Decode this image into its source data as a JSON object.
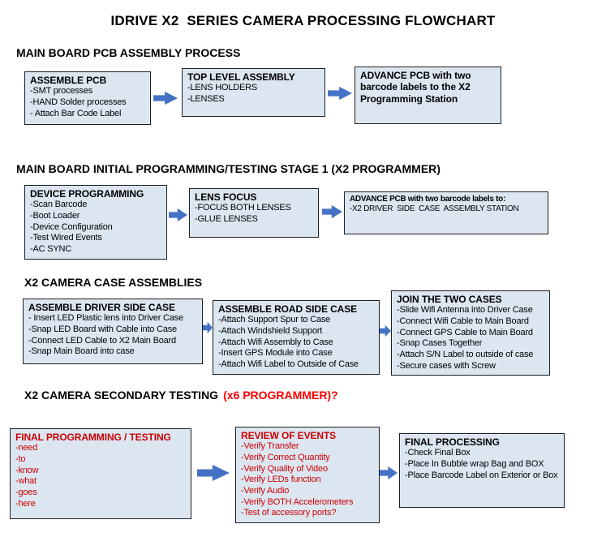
{
  "title": "IDRIVE X2  SERIES CAMERA PROCESSING FLOWCHART",
  "colors": {
    "box-bg": "#dce6f1",
    "box-border": "#1f1f1f",
    "arrow": "#4472c4",
    "red": "#cc0000",
    "red-bright": "#ff0000",
    "text": "#000000"
  },
  "sections": [
    {
      "heading": "MAIN BOARD PCB ASSEMBLY PROCESS",
      "boxes": [
        {
          "title": "ASSEMBLE PCB",
          "items": [
            "-SMT processes",
            "-HAND Solder processes",
            "- Attach Bar Code Label"
          ]
        },
        {
          "title": "TOP LEVEL ASSEMBLY",
          "items": [
            "-LENS HOLDERS",
            "-LENSES"
          ]
        },
        {
          "title": "ADVANCE PCB with two barcode labels to the X2 Programming Station",
          "items": []
        }
      ]
    },
    {
      "heading": "MAIN BOARD INITIAL PROGRAMMING/TESTING STAGE 1 (X2 PROGRAMMER)",
      "boxes": [
        {
          "title": "DEVICE PROGRAMMING",
          "items": [
            "-Scan Barcode",
            "-Boot Loader",
            "-Device Configuration",
            "-Test Wired Events",
            "-AC SYNC"
          ]
        },
        {
          "title": "LENS FOCUS",
          "items": [
            "-FOCUS BOTH LENSES",
            "-GLUE LENSES"
          ]
        },
        {
          "title": "ADVANCE PCB with two barcode labels to:",
          "items": [
            "-X2 DRIVER  SIDE  CASE  ASSEMBLY STATION"
          ]
        }
      ]
    },
    {
      "heading": "X2 CAMERA CASE ASSEMBLIES",
      "boxes": [
        {
          "title": "ASSEMBLE DRIVER SIDE CASE",
          "items": [
            "- Insert LED Plastic lens into Driver Case",
            "-Snap LED Board with Cable into Case",
            "-Connect LED Cable to X2 Main Board",
            "-Snap Main Board into case"
          ]
        },
        {
          "title": "ASSEMBLE ROAD SIDE CASE",
          "items": [
            "-Attach Support Spur to Case",
            "-Attach Windshield Support",
            "-Attach Wifi Assembly to Case",
            "-Insert GPS Module into Case",
            "-Attach Wifi Label to Outside of Case"
          ]
        },
        {
          "title": "JOIN THE TWO CASES",
          "items": [
            "-Slide Wifi Antenna into Driver Case",
            "-Connect Wifi Cable to Main Board",
            "-Connect GPS Cable to Main Board",
            "-Snap Cases Together",
            "-Attach S/N Label to outside of case",
            "-Secure cases with Screw"
          ]
        }
      ]
    },
    {
      "heading": "X2 CAMERA SECONDARY TESTING",
      "heading_red": "(x6 PROGRAMMER)?",
      "boxes": [
        {
          "title": "FINAL PROGRAMMING / TESTING",
          "items": [
            "-need",
            "-to",
            "-know",
            "-what",
            "-goes",
            "-here"
          ]
        },
        {
          "title": "REVIEW OF EVENTS",
          "items": [
            "-Verify Transfer",
            "-Verify Correct Quantity",
            "-Verify Quality of Video",
            "-Verify LEDs function",
            "-Verify Audio",
            "-Verify BOTH Accelerometers",
            "-Test of accessory ports?"
          ]
        },
        {
          "title": "FINAL PROCESSING",
          "items": [
            "-Check Final Box",
            "-Place In Bubble wrap Bag and BOX",
            "-Place Barcode Label on Exterior or Box"
          ]
        }
      ]
    }
  ]
}
